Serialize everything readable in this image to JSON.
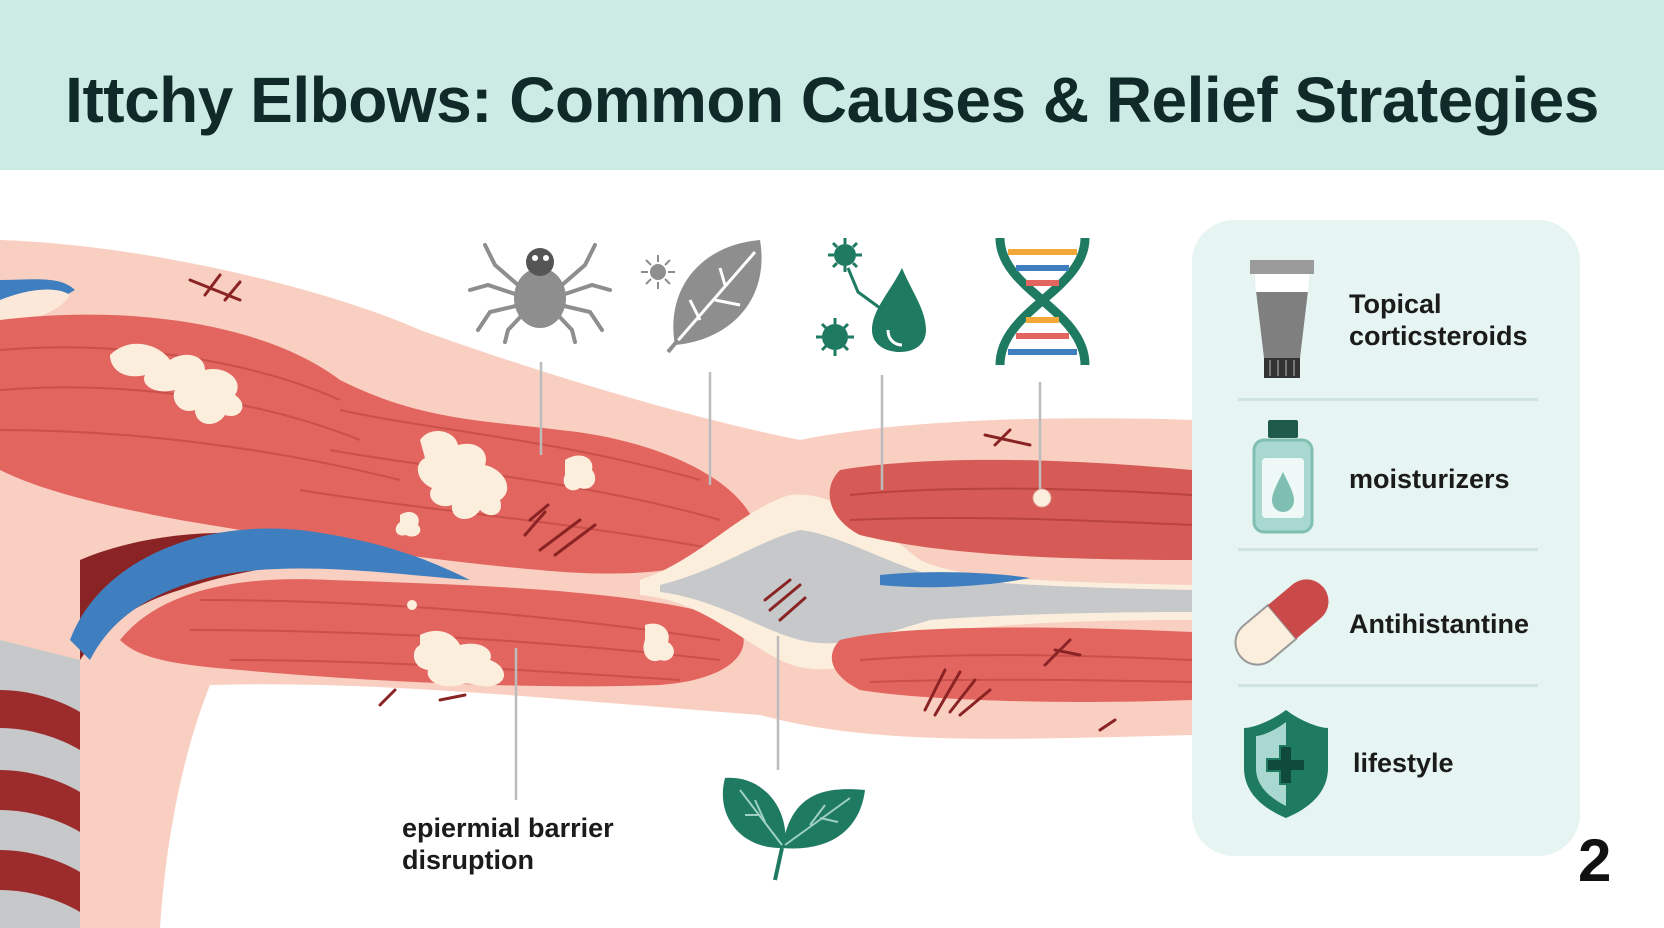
{
  "title": "Ittchy Elbows: Common Causes & Relief Strategies",
  "causes": [
    {
      "icon": "mite-icon"
    },
    {
      "icon": "leaf-allergen-icon"
    },
    {
      "icon": "bacteria-droplet-icon"
    },
    {
      "icon": "dna-icon"
    }
  ],
  "caption": "epiermial barrier disruption",
  "treatments": [
    {
      "label": "Topical corticsteroids",
      "icon": "cream-tube-icon"
    },
    {
      "label": "moisturizers",
      "icon": "lotion-bottle-icon"
    },
    {
      "label": "Antihistantine",
      "icon": "pill-capsule-icon"
    },
    {
      "label": "lifestyle",
      "icon": "shield-plus-icon"
    }
  ],
  "page_number": "2",
  "colors": {
    "header_bg": "#cdebe5",
    "panel_bg": "#e6f4f2",
    "skin": "#f9cfc1",
    "muscle": "#e3655f",
    "accent_green": "#1f7a62"
  }
}
